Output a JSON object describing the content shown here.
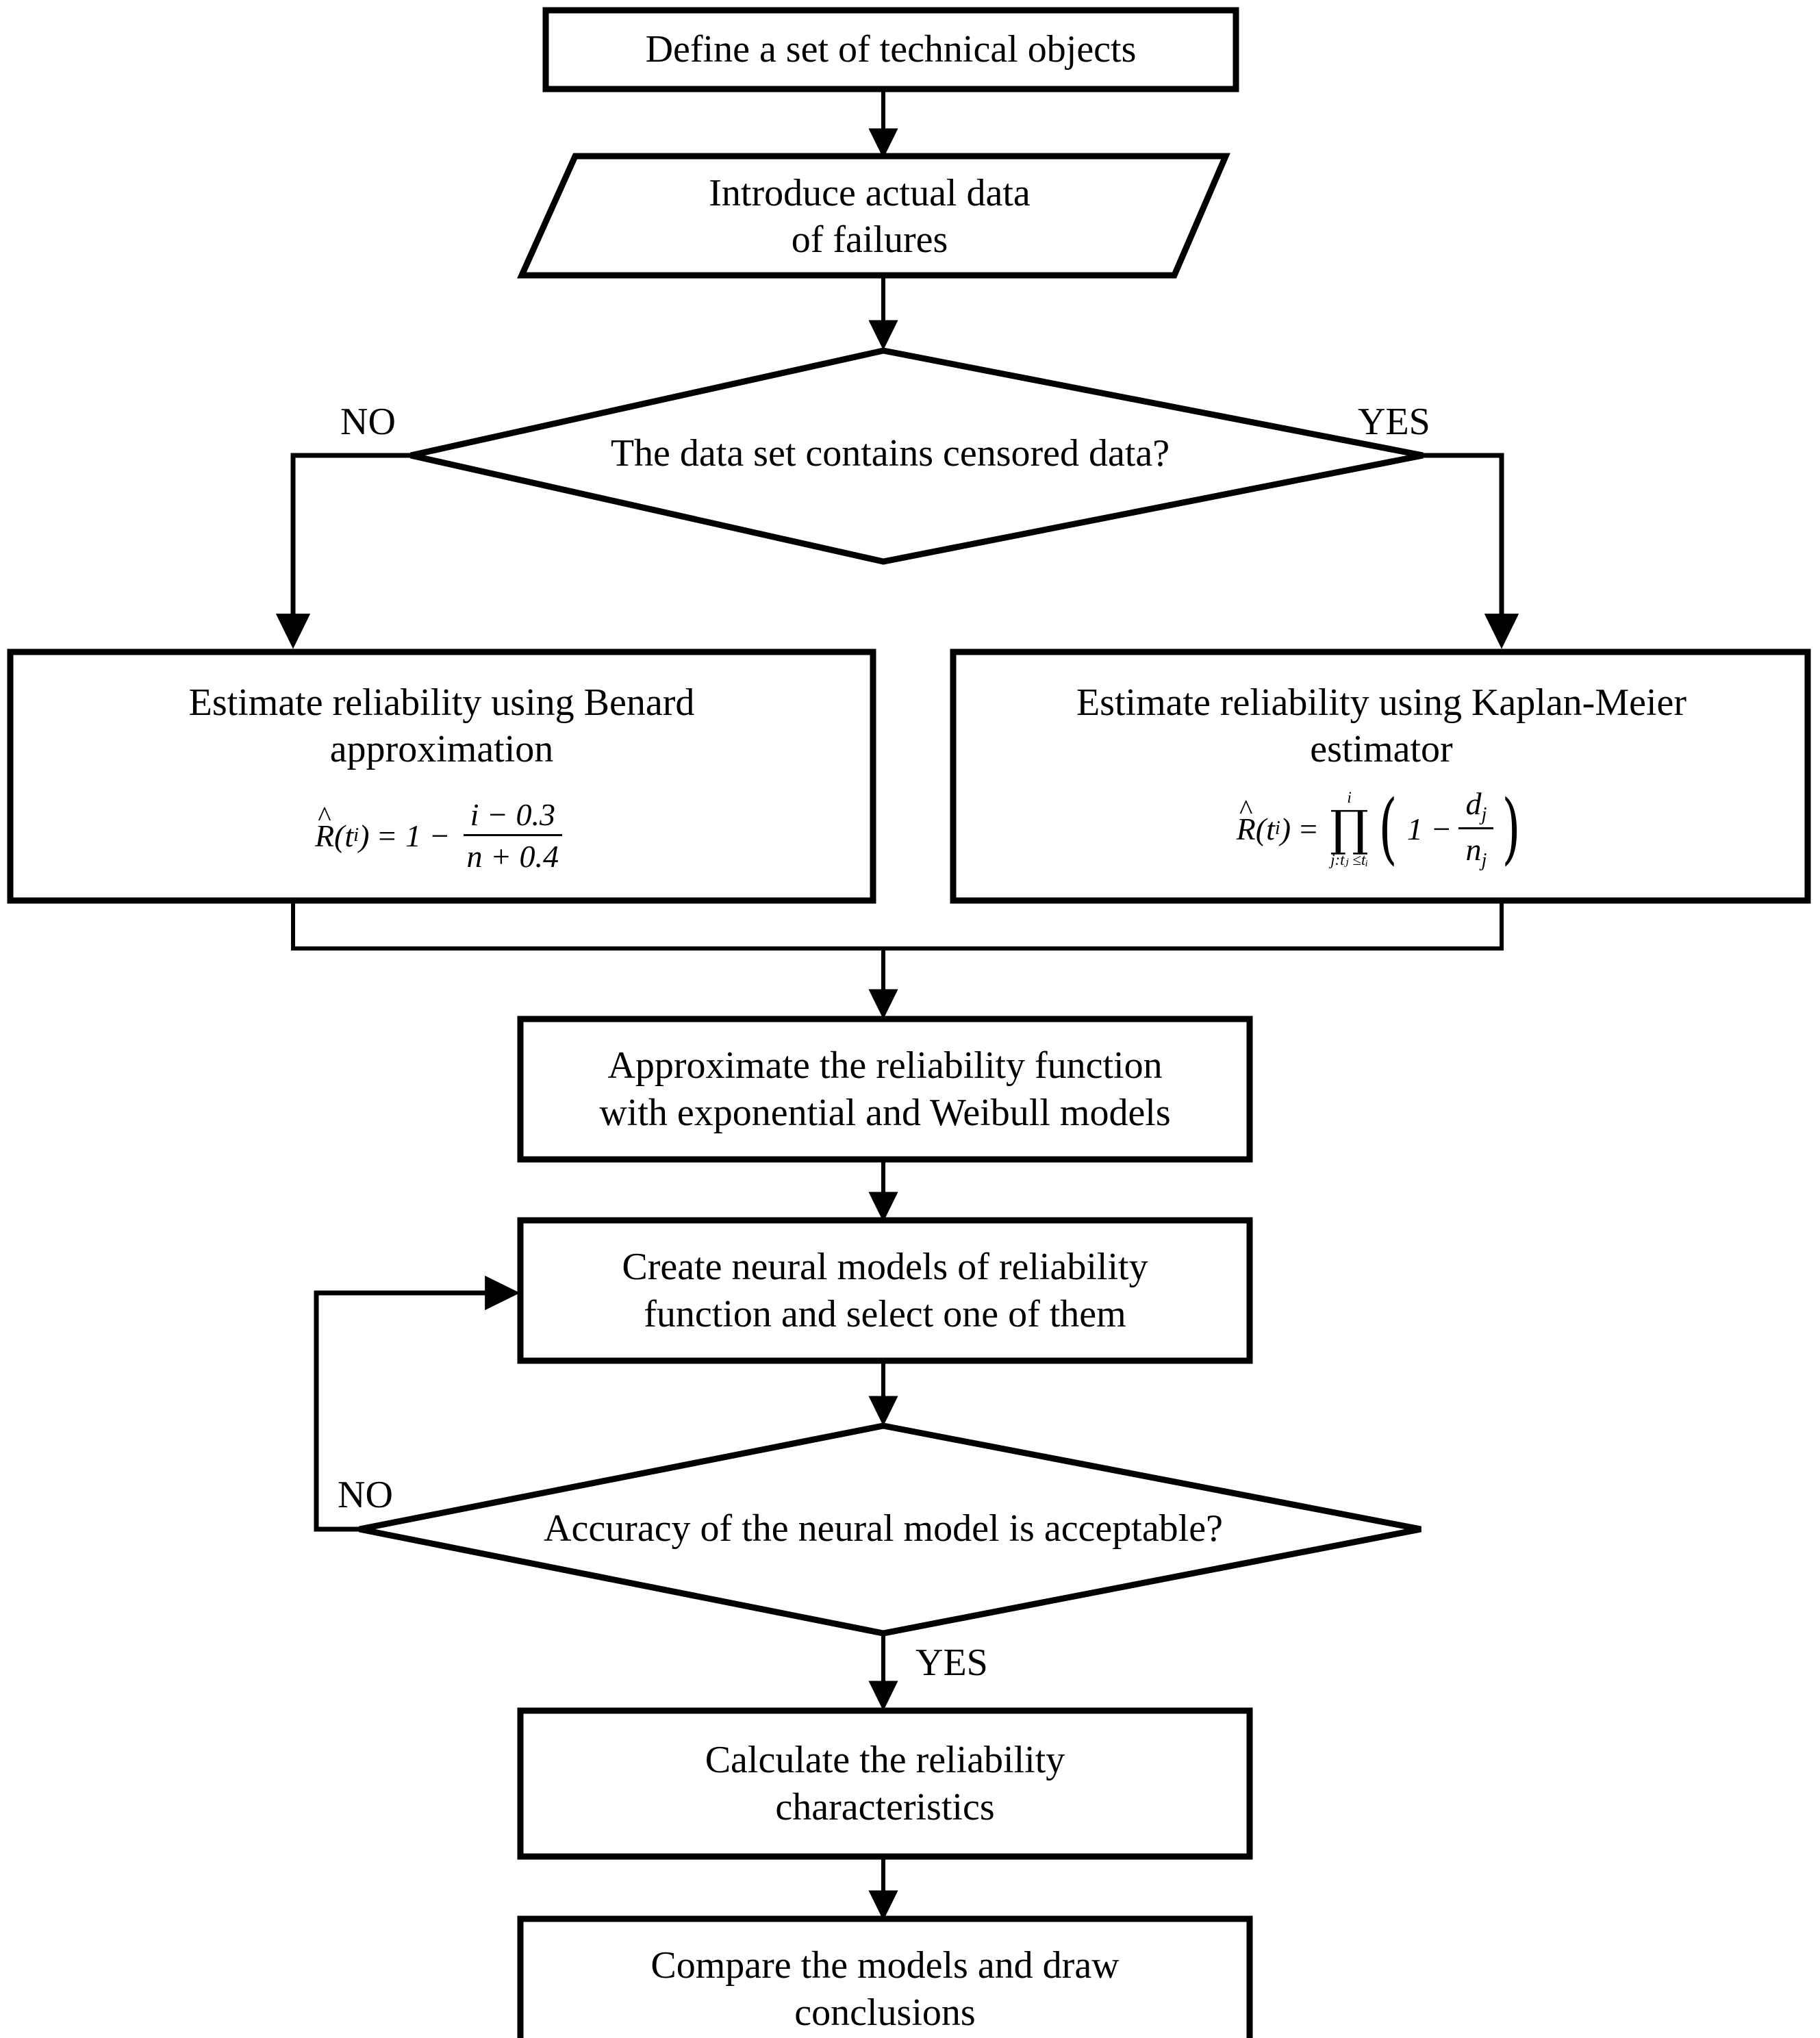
{
  "diagram": {
    "title": "Reliability assessment methodology flowchart",
    "type": "flowchart",
    "stroke_color": "#000000",
    "fill_color": "#ffffff",
    "nodes": [
      {
        "id": "define-objects",
        "shape": "process",
        "text": "Define a set of technical objects"
      },
      {
        "id": "introduce-data",
        "shape": "input-parallelogram",
        "text": "Introduce actual data\nof failures"
      },
      {
        "id": "censored-decision",
        "shape": "decision",
        "text": "The data set contains censored data?"
      },
      {
        "id": "benard",
        "shape": "process",
        "text": "Estimate reliability  using Benard\napproximation"
      },
      {
        "id": "kaplan-meier",
        "shape": "process",
        "text": "Estimate reliability  using Kaplan-Meier\nestimator"
      },
      {
        "id": "approximate",
        "shape": "process",
        "text": "Approximate the reliability  function\nwith exponential and Weibull models"
      },
      {
        "id": "neural-models",
        "shape": "process",
        "text": "Create neural models of reliability\nfunction and select one of them"
      },
      {
        "id": "accuracy-decision",
        "shape": "decision",
        "text": "Accuracy of the neural model is acceptable?"
      },
      {
        "id": "calculate",
        "shape": "process",
        "text": "Calculate the reliability\ncharacteristics"
      },
      {
        "id": "compare",
        "shape": "process",
        "text": "Compare the models and draw\nconclusions"
      }
    ],
    "branch_labels": {
      "censored_no": "NO",
      "censored_yes": "YES",
      "accuracy_no": "NO",
      "accuracy_yes": "YES"
    },
    "formulas": {
      "benard": {
        "lhs_hat": "^",
        "lhs_r": "R",
        "lhs_arg_open": "(t",
        "lhs_arg_sub": "i",
        "lhs_arg_close": ")",
        "equals": "= 1 −",
        "numerator": "i − 0.3",
        "denominator": "n + 0.4",
        "plain": "R̂(tᵢ) = 1 − (i − 0.3)/(n + 0.4)"
      },
      "kaplan_meier": {
        "lhs_hat": "^",
        "lhs_r": "R",
        "lhs_arg_open": "(t",
        "lhs_arg_sub": "i",
        "lhs_arg_close": ")",
        "equals": "=",
        "product_glyph": "∏",
        "product_upper": "i",
        "product_lower": "j:tⱼ ≤tᵢ",
        "paren_open": "(",
        "one_minus": "1 −",
        "numerator": "d",
        "numerator_sub": "j",
        "denominator": "n",
        "denominator_sub": "j",
        "paren_close": ")",
        "plain": "R̂(tᵢ) = ∏ (j:tⱼ≤tᵢ .. i) (1 − dⱼ/nⱼ)"
      }
    }
  }
}
